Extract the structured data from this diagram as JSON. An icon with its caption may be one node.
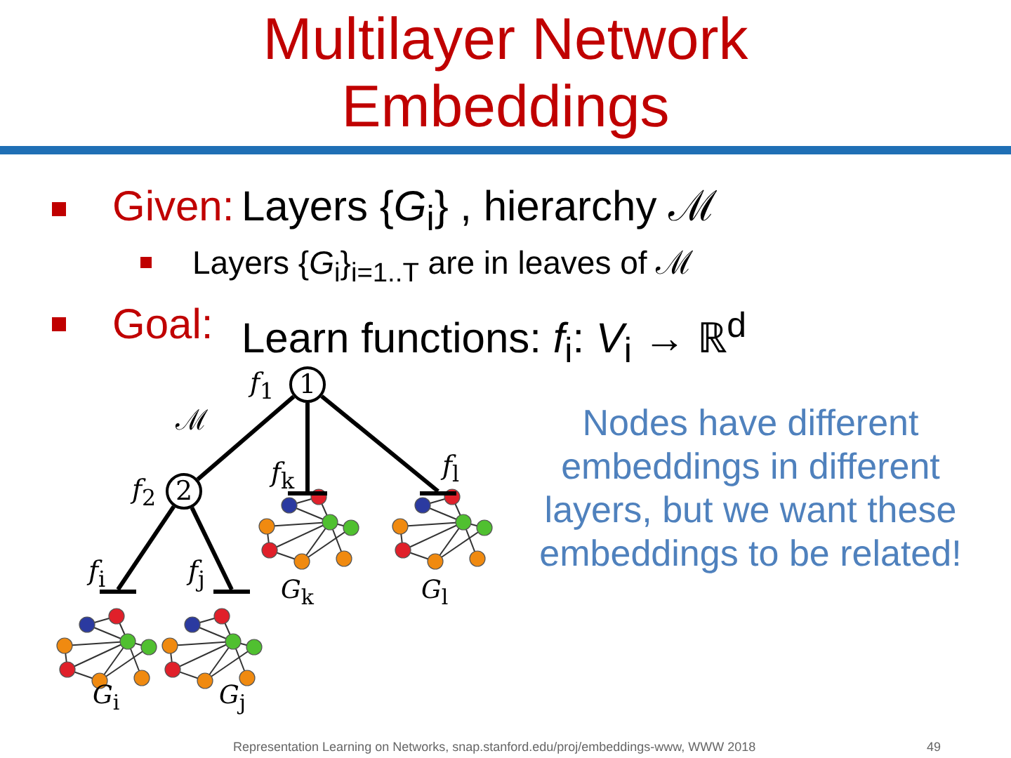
{
  "diagram": {
    "title": "Multilayer Network Embeddings",
    "nodes": [
      {
        "text": [
          "1"
        ],
        "beside": [
          "*f*$_{1}$"
        ]
      },
      {
        "text": [
          "2"
        ],
        "beside": [
          "*f*$_{2}$"
        ]
      },
      {
        "text": [],
        "shape": "bar",
        "beside": [
          "*f*$_{i}$"
        ]
      },
      {
        "text": [],
        "shape": "bar",
        "beside": [
          "*f*$_{j}$"
        ]
      },
      {
        "text": [],
        "shape": "bar",
        "beside": [
          "*f*$_{k}$"
        ]
      },
      {
        "text": [],
        "shape": "bar",
        "beside": [
          "*f*$_{l}$"
        ]
      }
    ],
    "edges": [
      {
        "from": 0,
        "to": 1,
        "arrow": "none"
      },
      {
        "from": 0,
        "to": 4,
        "arrow": "none"
      },
      {
        "from": 0,
        "to": 5,
        "arrow": "none"
      },
      {
        "from": 1,
        "to": 2,
        "arrow": "none"
      },
      {
        "from": 1,
        "to": 3,
        "arrow": "none"
      }
    ],
    "labels": [
      "Given:",
      "Layers {*G*$_{i}$}   , hierarchy ℳ",
      "Layers {*G*$_{i}$}$_{i=1..T}$ are in leaves of ℳ",
      "Goal:",
      "Learn functions: *f*$_{i}$: *V*$_{i}$ → ℝ$^{d}$",
      "ℳ",
      "*G*$_{k}$",
      "*G*$_{l}$",
      "*G*$_{i}$",
      "*G*$_{j}$",
      "Nodes have different embeddings in different layers, but we want these embeddings to be related!",
      "Representation Learning on Networks, snap.stanford.edu/proj/embeddings-www, WWW 2018",
      "49"
    ]
  }
}
